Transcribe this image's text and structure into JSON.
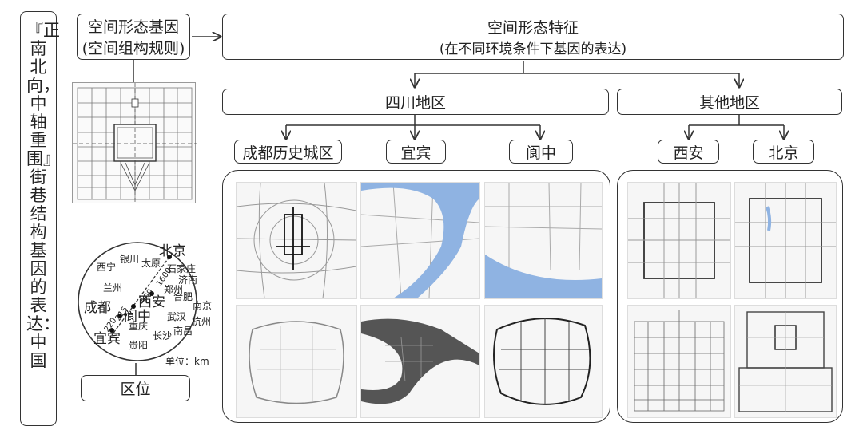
{
  "left_title": "『正南北向，中轴重围』街巷结构基因的表达：中国",
  "gene_box": {
    "line1": "空间形态基因",
    "line2": "(空间组构规则)"
  },
  "features_box": {
    "line1": "空间形态特征",
    "line2": "(在不同环境条件下基因的表达)"
  },
  "region_sichuan": "四川地区",
  "region_other": "其他地区",
  "cities": {
    "chengdu_old": "成都历史城区",
    "yibin": "宜宾",
    "langzhong": "阆中",
    "xian": "西安",
    "beijing": "北京"
  },
  "location_label": "区位",
  "unit_label": "单位：km",
  "map_cities": {
    "beijing": "北京",
    "xining": "西宁",
    "yinchuan": "银川",
    "taiyuan": "太原",
    "shijiazhuang": "石家庄",
    "jinan": "济南",
    "lanzhou": "兰州",
    "zhengzhou": "郑州",
    "xian": "西安",
    "hefei": "合肥",
    "nanjing": "南京",
    "chengdu": "成都",
    "langzhong": "阆中",
    "wuhan": "武汉",
    "hangzhou": "杭州",
    "chongqing": "重庆",
    "yibin": "宜宾",
    "changsha": "长沙",
    "nanchang": "南昌",
    "guiyang": "贵阳"
  },
  "distances": {
    "d1600": "1600",
    "d900": "900",
    "d215": "215",
    "d220": "220"
  }
}
